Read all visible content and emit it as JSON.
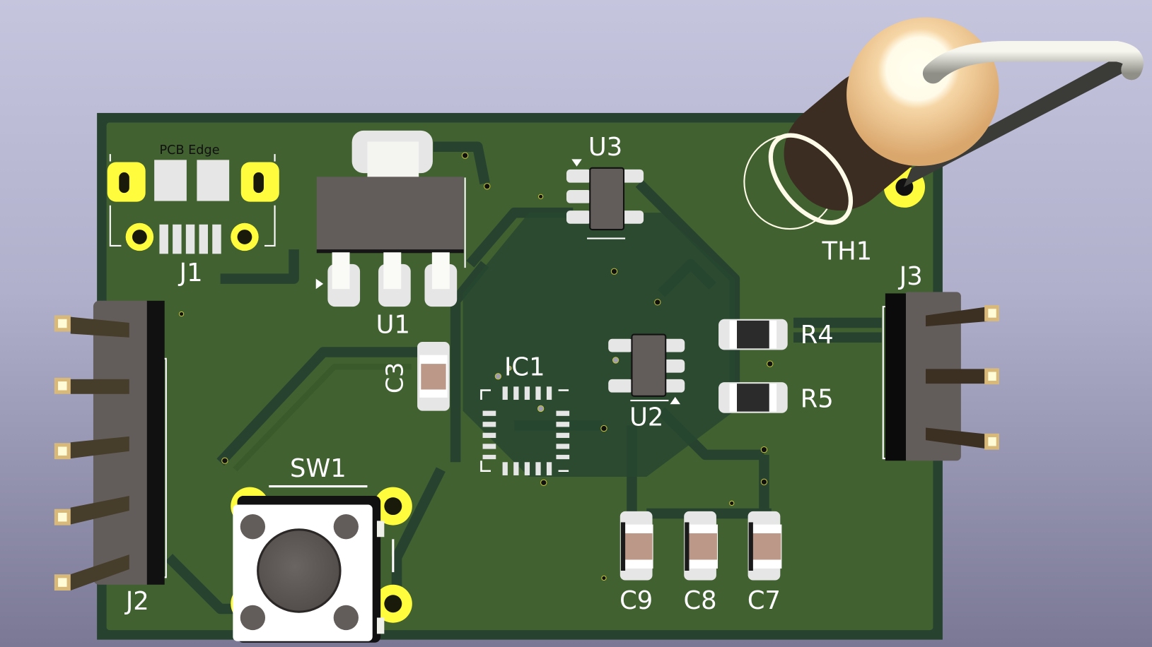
{
  "app": {
    "view": "3D Viewer",
    "subject": "PCB board 3D render"
  },
  "colors": {
    "background_top": "#c5c5de",
    "background_bottom": "#7a7894",
    "board_edge": "#27432f",
    "board_fill": "#416131",
    "copper_trace": "#2a4a32",
    "pad_gold": "#fffb3d",
    "smd_pad": "#e6e6e6",
    "ic_body": "#625d5b",
    "capacitor_body": "#bc9888",
    "resistor_body": "#2b2b2b",
    "thermistor_body": "#3c2d22",
    "thermistor_cap": "#f3c890",
    "header_body": "#625d5b",
    "header_pin": "#463d2a"
  },
  "board": {
    "edge_label": "PCB Edge",
    "components": [
      {
        "ref": "J1",
        "type": "USB connector"
      },
      {
        "ref": "U1",
        "type": "SOT-223 regulator"
      },
      {
        "ref": "U3",
        "type": "SOT-23-6"
      },
      {
        "ref": "TH1",
        "type": "thermistor (THT)"
      },
      {
        "ref": "J2",
        "type": "5-pin right-angle header"
      },
      {
        "ref": "J3",
        "type": "3-pin right-angle header"
      },
      {
        "ref": "C3",
        "type": "0805 capacitor"
      },
      {
        "ref": "IC1",
        "type": "QFN-24"
      },
      {
        "ref": "U2",
        "type": "SOT-23-5"
      },
      {
        "ref": "R4",
        "type": "0805 resistor"
      },
      {
        "ref": "R5",
        "type": "0805 resistor"
      },
      {
        "ref": "SW1",
        "type": "tactile switch"
      },
      {
        "ref": "C9",
        "type": "0805 capacitor"
      },
      {
        "ref": "C8",
        "type": "0805 capacitor"
      },
      {
        "ref": "C7",
        "type": "0805 capacitor"
      }
    ]
  },
  "labels": {
    "j1": "J1",
    "u1": "U1",
    "u3": "U3",
    "th1": "TH1",
    "j2": "J2",
    "j3": "J3",
    "c3": "C3",
    "ic1": "IC1",
    "u2": "U2",
    "r4": "R4",
    "r5": "R5",
    "sw1": "SW1",
    "c9": "C9",
    "c8": "C8",
    "c7": "C7"
  }
}
